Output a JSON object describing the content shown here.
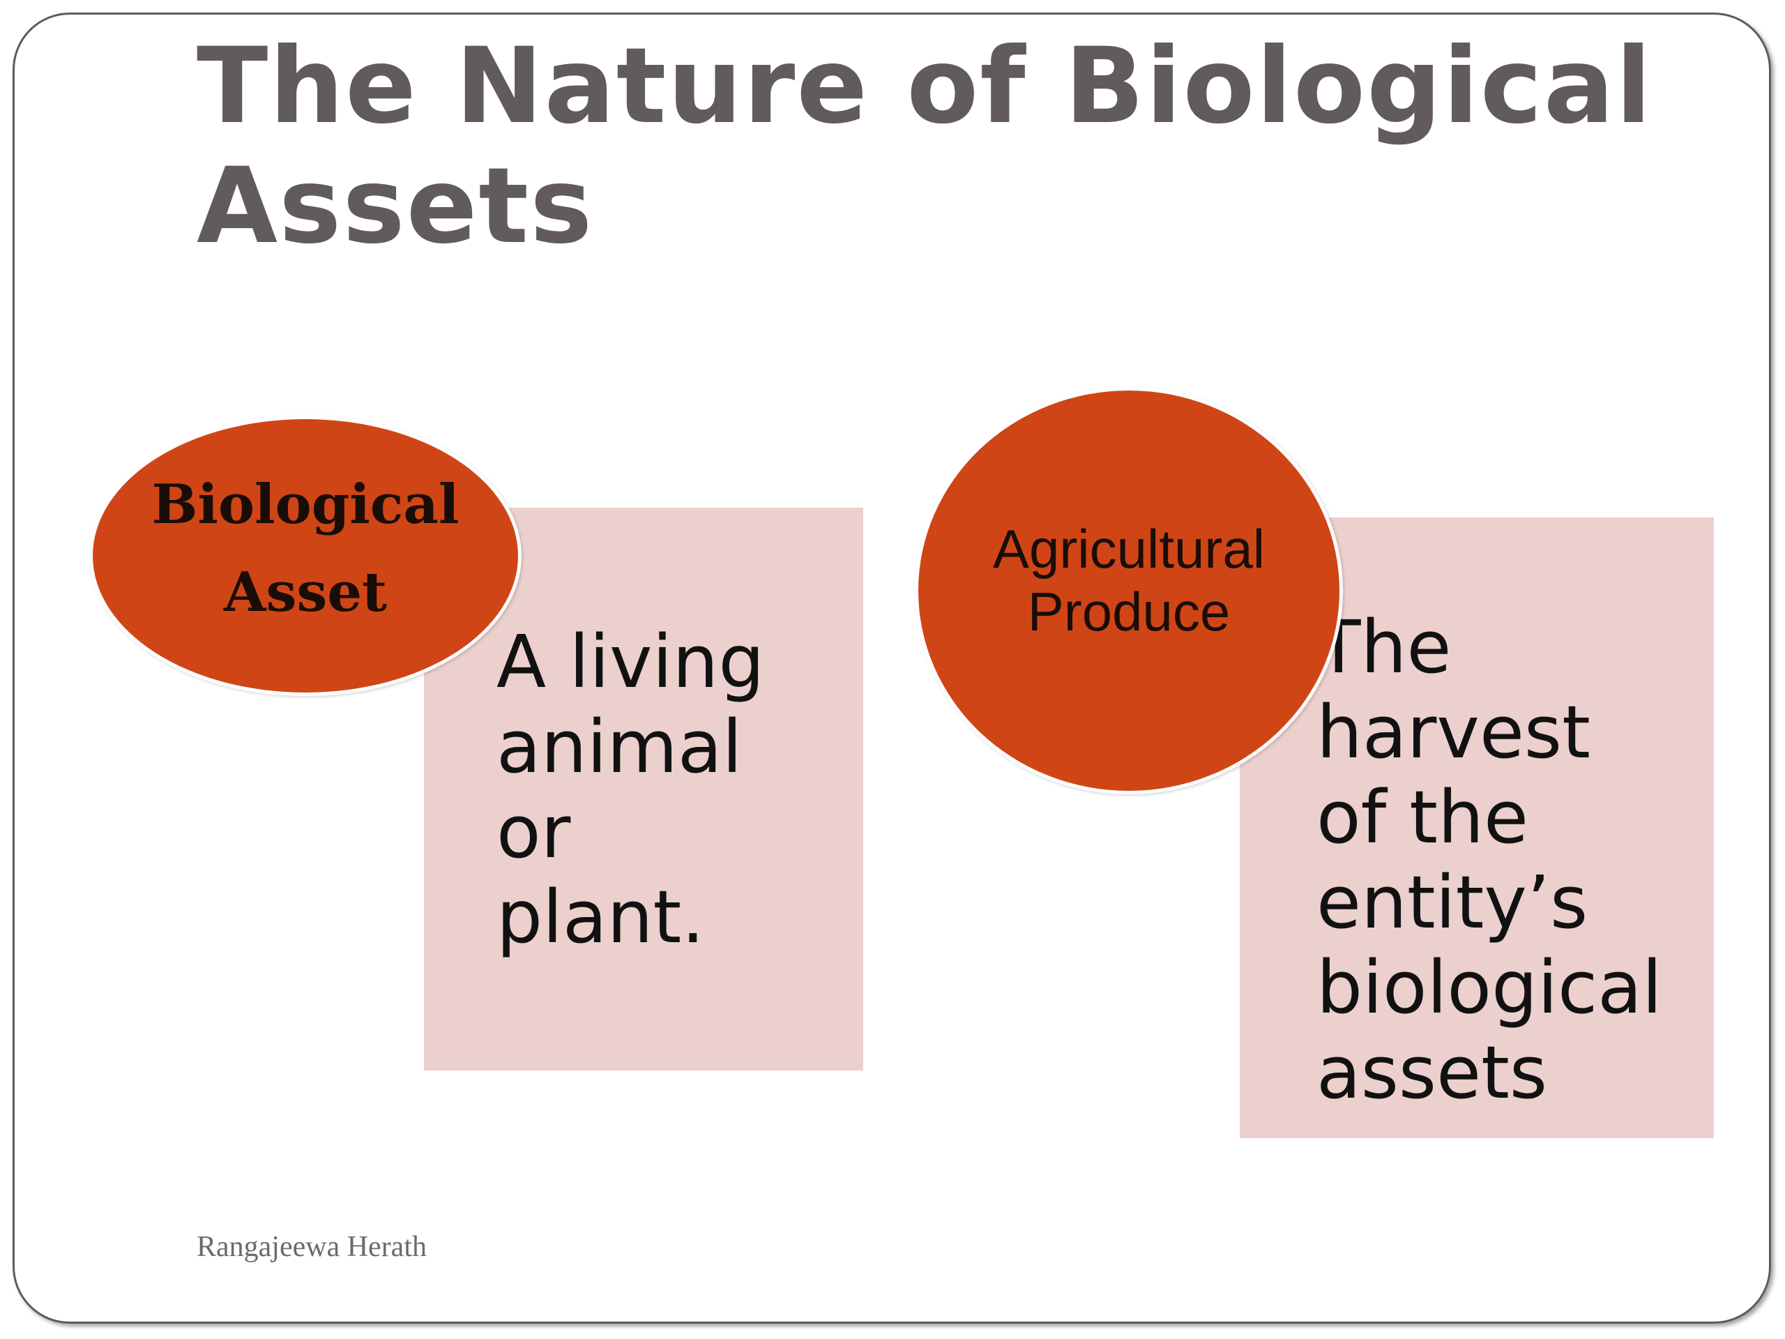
{
  "slide": {
    "title": "The Nature of Biological Assets",
    "footer": "Rangajeewa Herath"
  },
  "items": [
    {
      "label": "Biological\nAsset",
      "description": "A living\nanimal\nor\nplant."
    },
    {
      "label": "Agricultural\nProduce",
      "description": " The\nharvest\nof the\nentity’s\nbiological\nassets"
    }
  ],
  "colors": {
    "title": "#625b5b",
    "oval_fill": "#d04516",
    "box_fill": "#ecd0cd",
    "frame": "#5c5c5c"
  }
}
